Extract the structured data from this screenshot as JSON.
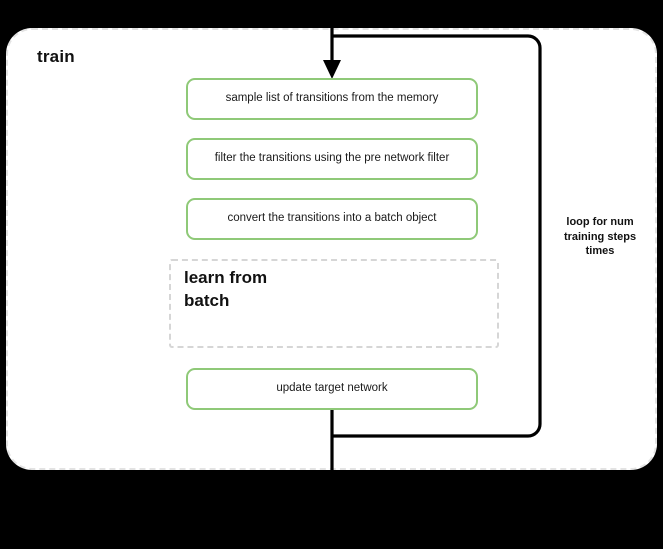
{
  "diagram": {
    "container": {
      "title": "train",
      "border_style": "dashed",
      "border_color": "#e3e3e3",
      "background": "#ffffff"
    },
    "accent_color": "#8fc978",
    "line_color": "#000000",
    "page_background": "#000000",
    "steps": [
      {
        "id": "sample",
        "label": "sample list of transitions from the memory"
      },
      {
        "id": "filter",
        "label": "filter the transitions using the pre network filter"
      },
      {
        "id": "convert",
        "label": "convert the transitions into a batch object"
      },
      {
        "id": "update",
        "label": "update target network"
      }
    ],
    "sub_block": {
      "id": "learn-from-batch",
      "label": "learn from batch",
      "line1": "learn from",
      "line2": "batch",
      "border_style": "dashed",
      "border_color": "#d6d6d6"
    },
    "loop": {
      "line1": "loop for num",
      "line2": "training steps",
      "line3": "times",
      "label": "loop for num training steps times"
    }
  }
}
